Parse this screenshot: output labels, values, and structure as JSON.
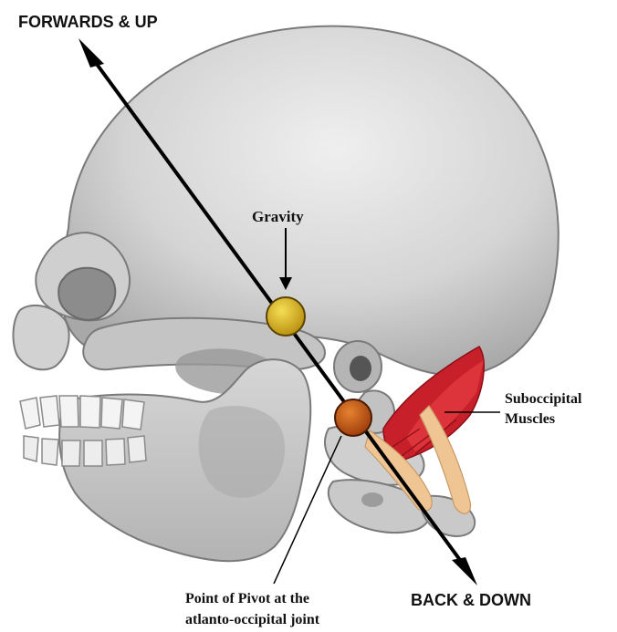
{
  "direction_labels": {
    "forwards_up": "FORWARDS & UP",
    "back_down": "BACK & DOWN"
  },
  "annotations": {
    "gravity": "Gravity",
    "suboccipital_line1": "Suboccipital",
    "suboccipital_line2": "Muscles",
    "pivot_line1": "Point of Pivot at the",
    "pivot_line2": "atlanto-occipital joint"
  },
  "colors": {
    "skull_fill": "#d9d9d9",
    "skull_shadow": "#a9a9a9",
    "skull_outline": "#7a7a7a",
    "muscle_red": "#c8202a",
    "tendon_tan": "#f0c594",
    "gravity_dot": "#d9b21f",
    "pivot_dot": "#c95a1a",
    "arrow": "#000000"
  }
}
